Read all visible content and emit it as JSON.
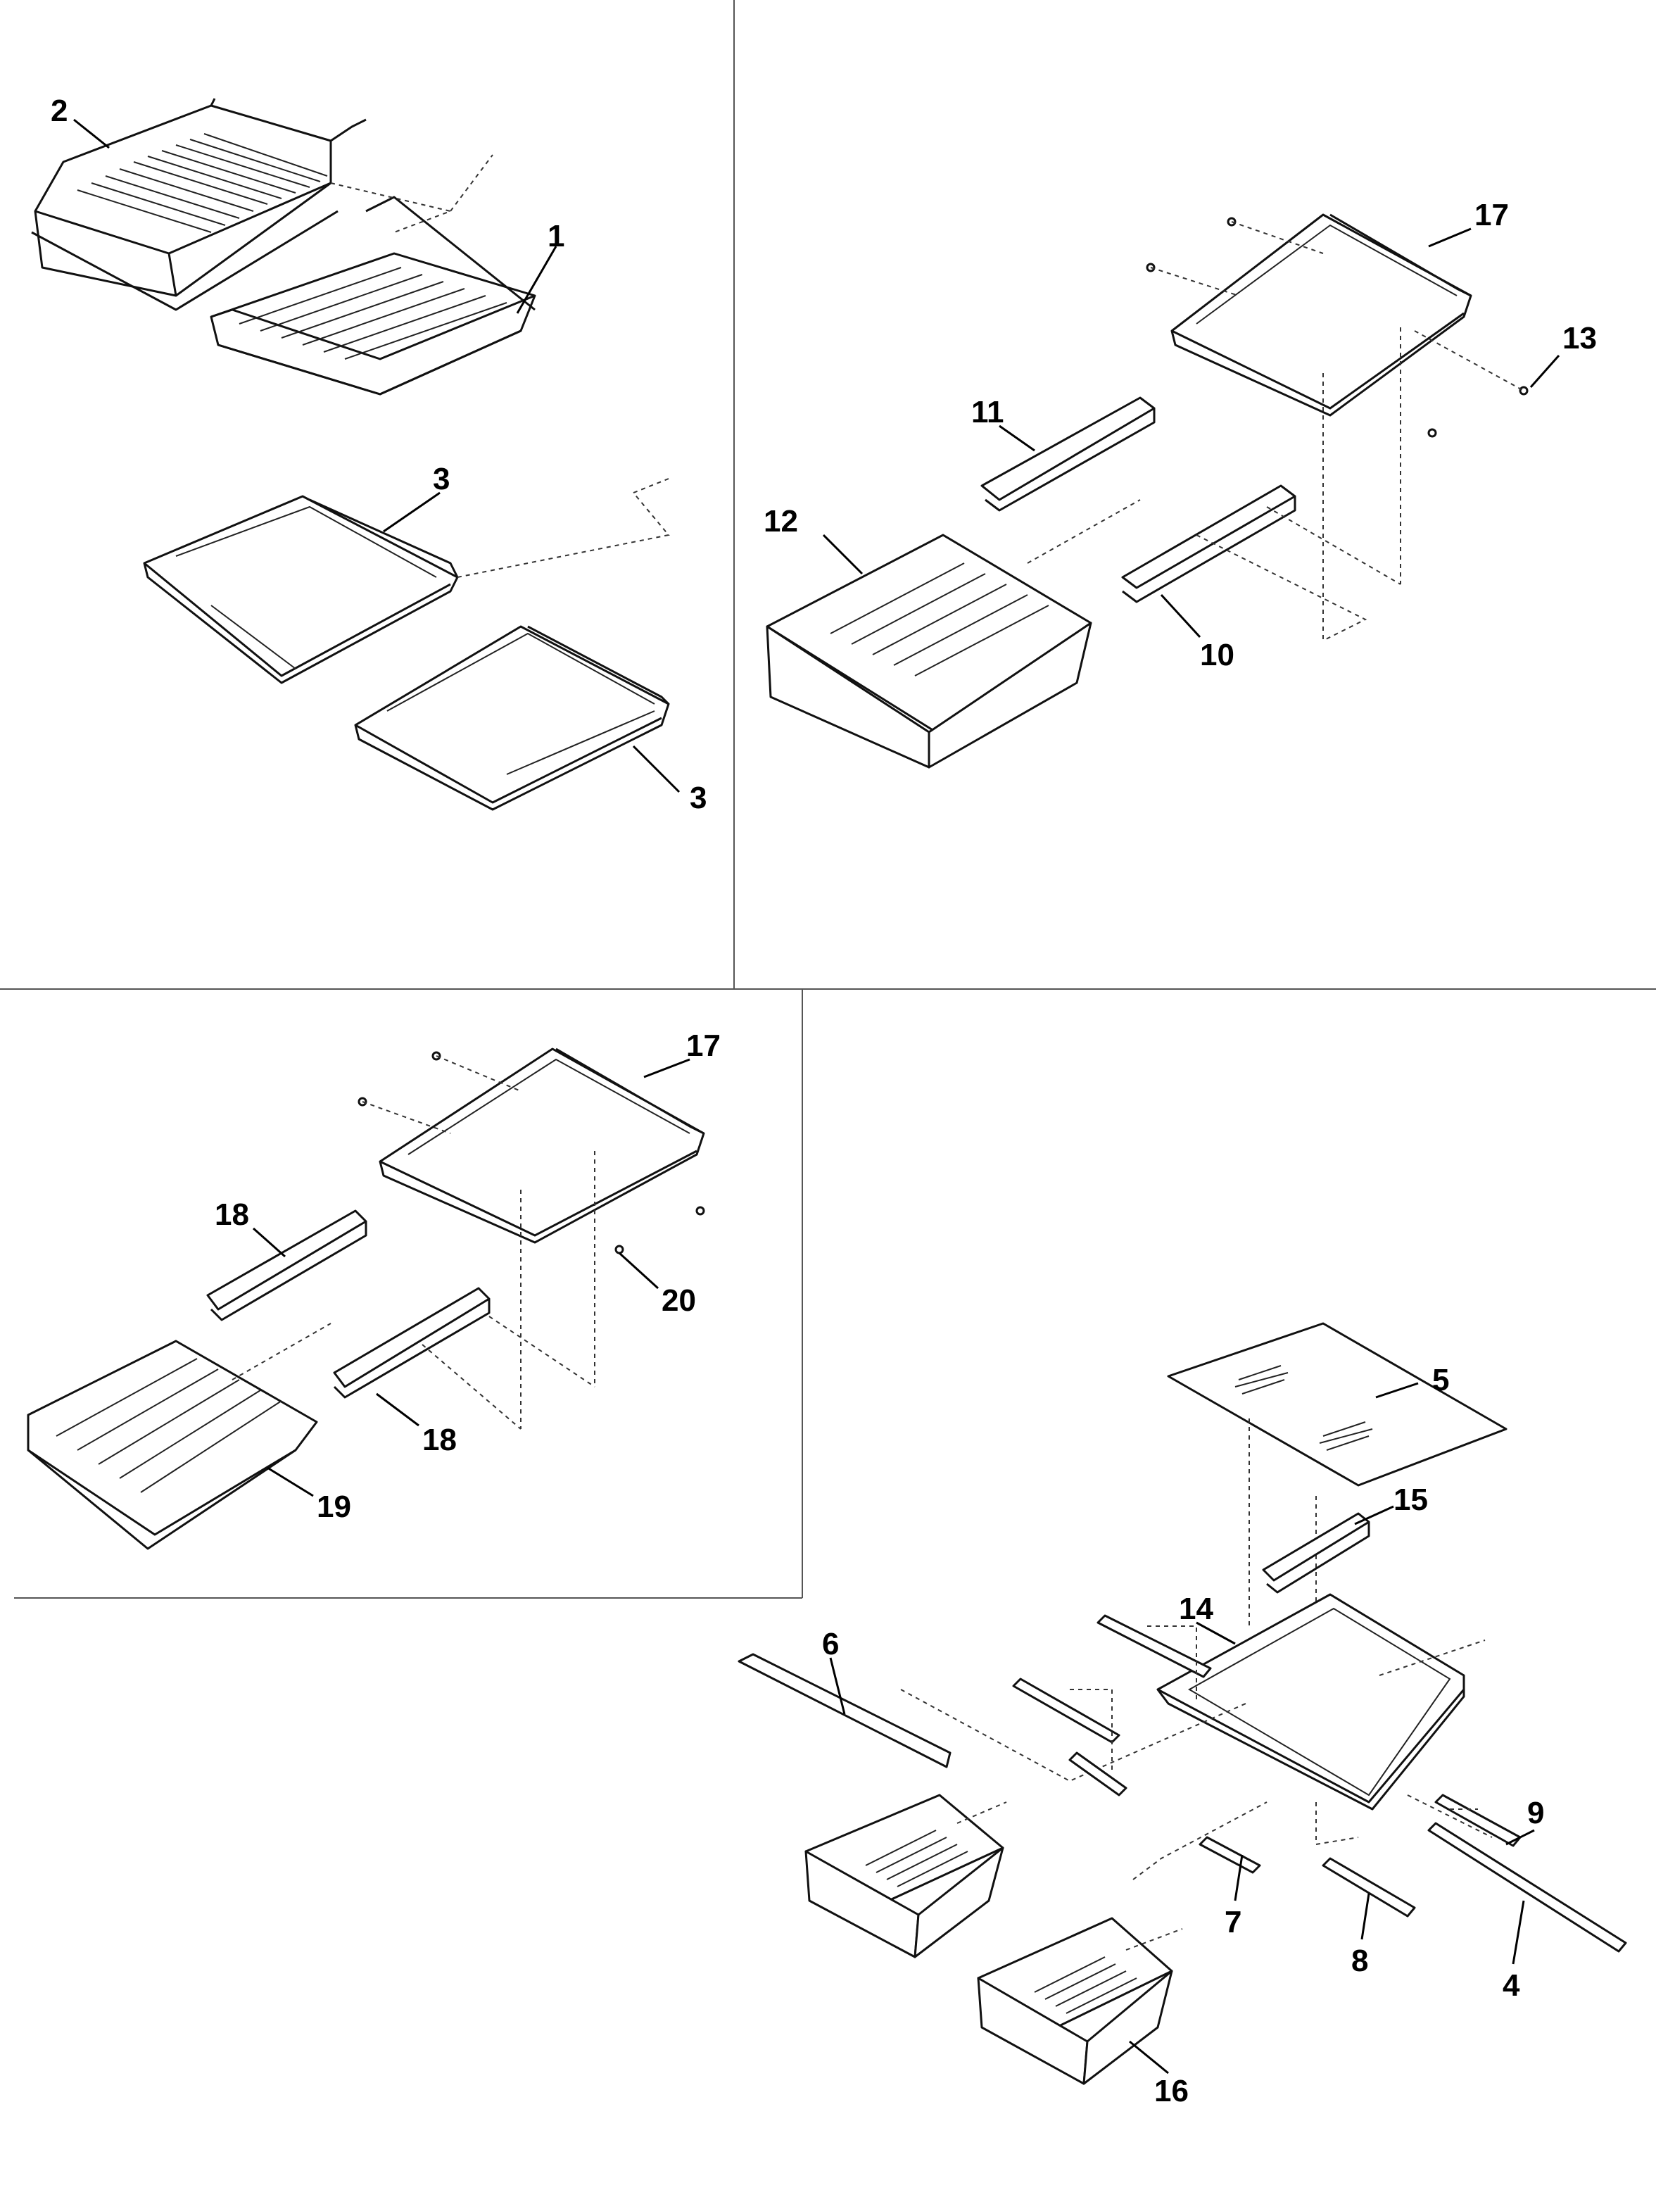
{
  "callouts": [
    {
      "id": "c2",
      "text": "2"
    },
    {
      "id": "c1",
      "text": "1"
    },
    {
      "id": "c3a",
      "text": "3"
    },
    {
      "id": "c3b",
      "text": "3"
    },
    {
      "id": "c17a",
      "text": "17"
    },
    {
      "id": "c13",
      "text": "13"
    },
    {
      "id": "c11",
      "text": "11"
    },
    {
      "id": "c12",
      "text": "12"
    },
    {
      "id": "c10",
      "text": "10"
    },
    {
      "id": "c17b",
      "text": "17"
    },
    {
      "id": "c18a",
      "text": "18"
    },
    {
      "id": "c20",
      "text": "20"
    },
    {
      "id": "c18b",
      "text": "18"
    },
    {
      "id": "c19",
      "text": "19"
    },
    {
      "id": "c5",
      "text": "5"
    },
    {
      "id": "c15",
      "text": "15"
    },
    {
      "id": "c14",
      "text": "14"
    },
    {
      "id": "c6",
      "text": "6"
    },
    {
      "id": "c9",
      "text": "9"
    },
    {
      "id": "c7",
      "text": "7"
    },
    {
      "id": "c8",
      "text": "8"
    },
    {
      "id": "c4",
      "text": "4"
    },
    {
      "id": "c16",
      "text": "16"
    }
  ]
}
